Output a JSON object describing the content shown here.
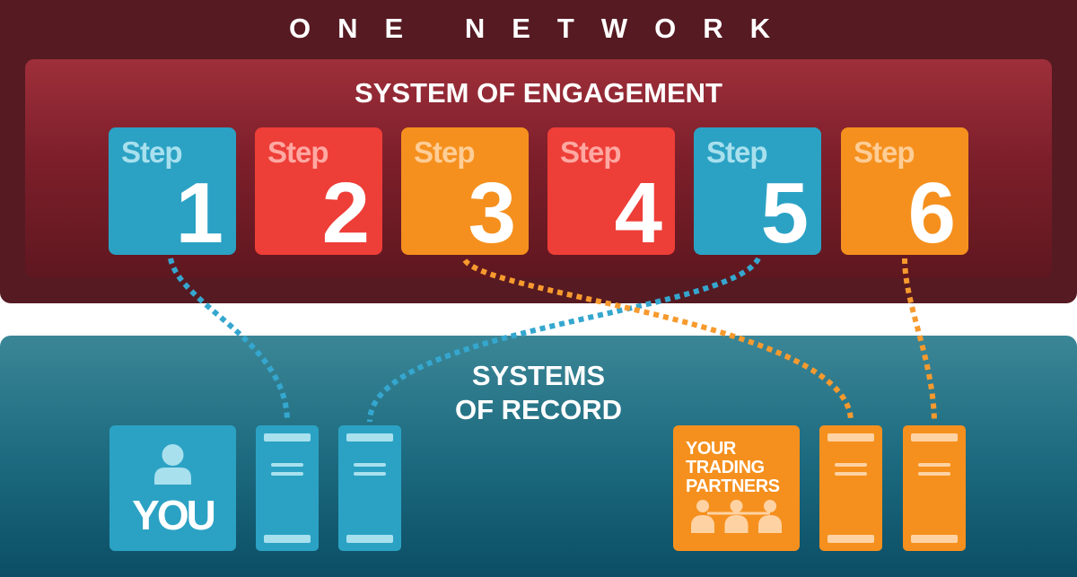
{
  "network": {
    "title": "ONE NETWORK"
  },
  "engagement": {
    "title": "SYSTEM OF ENGAGEMENT",
    "steps": [
      {
        "label": "Step",
        "number": "1",
        "color": "blue"
      },
      {
        "label": "Step",
        "number": "2",
        "color": "red"
      },
      {
        "label": "Step",
        "number": "3",
        "color": "orange"
      },
      {
        "label": "Step",
        "number": "4",
        "color": "red"
      },
      {
        "label": "Step",
        "number": "5",
        "color": "blue"
      },
      {
        "label": "Step",
        "number": "6",
        "color": "orange"
      }
    ]
  },
  "record": {
    "title_line1": "SYSTEMS",
    "title_line2": "OF RECORD",
    "you_label": "YOU",
    "partners_line1": "YOUR",
    "partners_line2": "TRADING",
    "partners_line3": "PARTNERS"
  },
  "connections": [
    {
      "from_step": "1",
      "to": "your-system-1",
      "color": "blue"
    },
    {
      "from_step": "5",
      "to": "your-system-2",
      "color": "blue"
    },
    {
      "from_step": "3",
      "to": "partner-system-1",
      "color": "orange"
    },
    {
      "from_step": "6",
      "to": "partner-system-2",
      "color": "orange"
    }
  ],
  "colors": {
    "dark_maroon": "#561a22",
    "blue": "#2ba2c4",
    "red": "#ee3e38",
    "orange": "#f5901e",
    "connector_blue": "#35a7cf",
    "connector_orange": "#f79a2e"
  }
}
